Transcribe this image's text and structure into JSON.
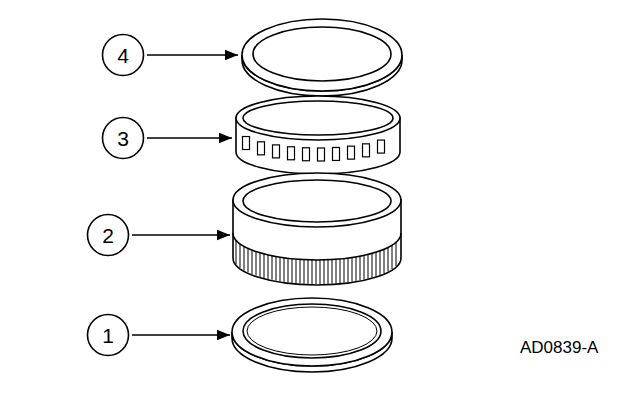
{
  "diagram": {
    "nodes": [
      {
        "text": [
          "4"
        ]
      },
      {
        "text": [
          "3"
        ]
      },
      {
        "text": [
          "2"
        ]
      },
      {
        "text": [
          "1"
        ]
      }
    ],
    "labels": [
      "AD0839-A"
    ]
  }
}
